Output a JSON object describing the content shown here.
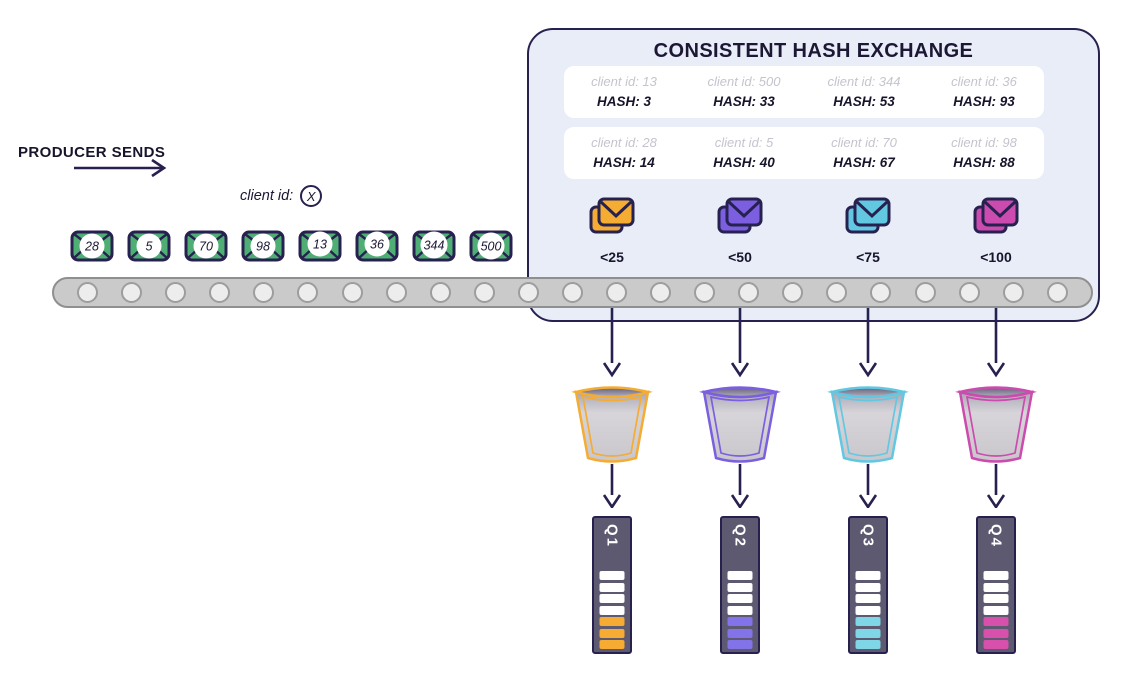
{
  "diagram": {
    "exchange_title": "CONSISTENT HASH EXCHANGE",
    "producer_label": "PRODUCER SENDS",
    "client_id_label": "client id:",
    "client_id_value": "X"
  },
  "hash_table": [
    [
      {
        "client": "client id: 13",
        "hash": "HASH: 3"
      },
      {
        "client": "client id: 500",
        "hash": "HASH: 33"
      },
      {
        "client": "client id: 344",
        "hash": "HASH: 53"
      },
      {
        "client": "client id: 36",
        "hash": "HASH: 93"
      }
    ],
    [
      {
        "client": "client id: 28",
        "hash": "HASH: 14"
      },
      {
        "client": "client id: 5",
        "hash": "HASH: 40"
      },
      {
        "client": "client id: 70",
        "hash": "HASH: 67"
      },
      {
        "client": "client id: 98",
        "hash": "HASH: 88"
      }
    ]
  ],
  "belt_messages": [
    "28",
    "5",
    "70",
    "98",
    "13",
    "36",
    "344",
    "500"
  ],
  "columns": [
    {
      "range_label": "<25",
      "queue_label": "Q1",
      "color": "#F4AC33",
      "segment_color": "#F6AC32",
      "segments_white": 4,
      "segments_colored": 3
    },
    {
      "range_label": "<50",
      "queue_label": "Q2",
      "color": "#7B5FE0",
      "segment_color": "#8273E8",
      "segments_white": 4,
      "segments_colored": 3
    },
    {
      "range_label": "<75",
      "queue_label": "Q3",
      "color": "#62C8E2",
      "segment_color": "#7FD6E6",
      "segments_white": 4,
      "segments_colored": 3
    },
    {
      "range_label": "<100",
      "queue_label": "Q4",
      "color": "#CC4BAE",
      "segment_color": "#D650AC",
      "segments_white": 4,
      "segments_colored": 3
    }
  ],
  "colors": {
    "outline_navy": "#272150",
    "panel_fill": "#E9EDF8",
    "message_green": "#4FAE74",
    "muted_client_text": "#C5C4CE",
    "dark_text": "#17142B",
    "belt_gray": "#CACACA",
    "queue_body": "#5D5970"
  }
}
